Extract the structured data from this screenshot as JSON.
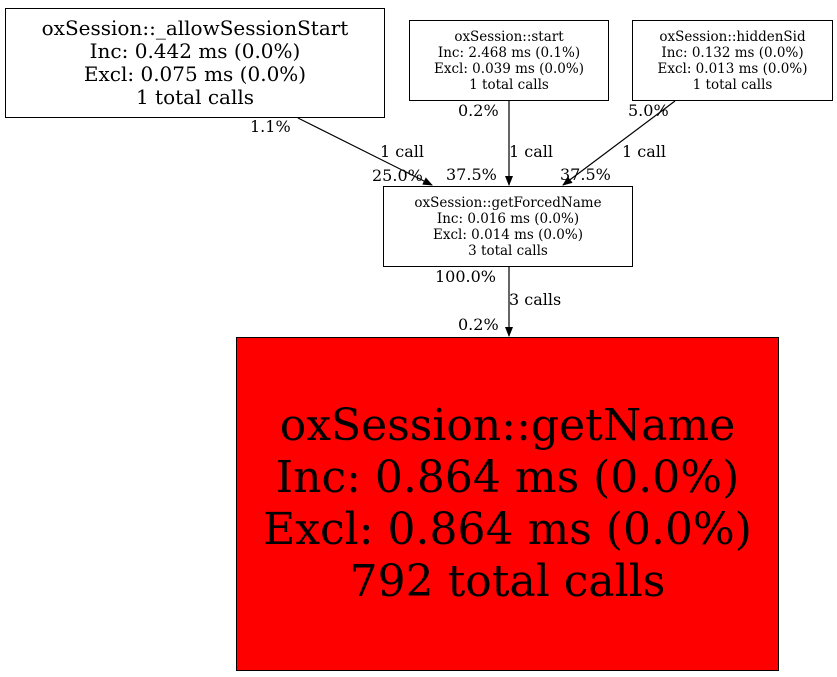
{
  "colors": {
    "hot_node_fill": "#ff0000",
    "node_fill": "#ffffff",
    "stroke": "#000000"
  },
  "nodes": {
    "allow_session_start": {
      "name": "oxSession::_allowSessionStart",
      "inc": "Inc: 0.442 ms (0.0%)",
      "excl": "Excl: 0.075 ms (0.0%)",
      "calls": "1 total calls"
    },
    "start": {
      "name": "oxSession::start",
      "inc": "Inc: 2.468 ms (0.1%)",
      "excl": "Excl: 0.039 ms (0.0%)",
      "calls": "1 total calls"
    },
    "hidden_sid": {
      "name": "oxSession::hiddenSid",
      "inc": "Inc: 0.132 ms (0.0%)",
      "excl": "Excl: 0.013 ms (0.0%)",
      "calls": "1 total calls"
    },
    "get_forced_name": {
      "name": "oxSession::getForcedName",
      "inc": "Inc: 0.016 ms (0.0%)",
      "excl": "Excl: 0.014 ms (0.0%)",
      "calls": "3 total calls"
    },
    "get_name": {
      "name": "oxSession::getName",
      "inc": "Inc: 0.864 ms (0.0%)",
      "excl": "Excl: 0.864 ms (0.0%)",
      "calls": "792 total calls"
    }
  },
  "edges": {
    "allow_to_forced": {
      "source_pct": "1.1%",
      "label": "1 call",
      "target_pct": "25.0%"
    },
    "start_to_forced": {
      "source_pct": "0.2%",
      "label": "1 call",
      "target_pct": "37.5%"
    },
    "hidden_to_forced": {
      "source_pct": "5.0%",
      "label": "1 call",
      "target_pct": "37.5%"
    },
    "forced_to_getname": {
      "source_pct": "100.0%",
      "label": "3 calls",
      "target_pct": "0.2%"
    }
  }
}
